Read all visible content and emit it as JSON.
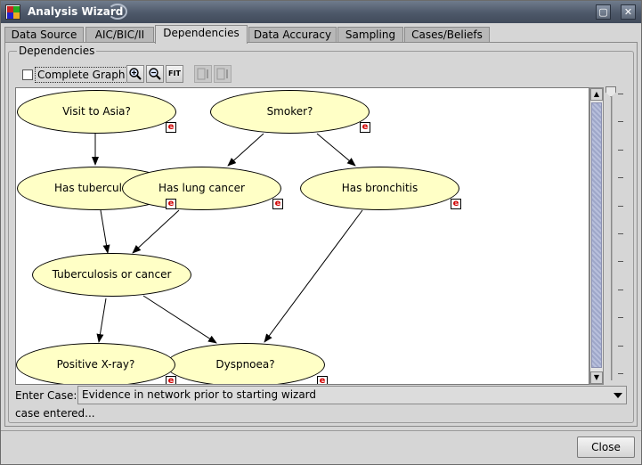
{
  "window": {
    "title": "Analysis Wizard"
  },
  "tabs": [
    {
      "label": "Data Source"
    },
    {
      "label": "AIC/BIC/II"
    },
    {
      "label": "Dependencies",
      "active": true
    },
    {
      "label": "Data Accuracy"
    },
    {
      "label": "Sampling"
    },
    {
      "label": "Cases/Beliefs"
    }
  ],
  "dependencies": {
    "group_label": "Dependencies",
    "complete_graph_label": "Complete Graph",
    "complete_graph_checked": false,
    "toolbar": {
      "zoom_in_icon": "zoom-in-icon",
      "zoom_out_icon": "zoom-out-icon",
      "fit_label": "FIT"
    }
  },
  "network": {
    "evidence_badge": "e",
    "nodes": [
      {
        "id": "visit_asia",
        "label": "Visit to Asia?"
      },
      {
        "id": "smoker",
        "label": "Smoker?"
      },
      {
        "id": "tuberculosis",
        "label": "Has tuberculosis"
      },
      {
        "id": "lung_cancer",
        "label": "Has lung cancer"
      },
      {
        "id": "bronchitis",
        "label": "Has bronchitis"
      },
      {
        "id": "tb_or_cancer",
        "label": "Tuberculosis or cancer"
      },
      {
        "id": "xray",
        "label": "Positive X-ray?"
      },
      {
        "id": "dyspnoea",
        "label": "Dyspnoea?"
      }
    ],
    "edges": [
      [
        "visit_asia",
        "tuberculosis"
      ],
      [
        "smoker",
        "lung_cancer"
      ],
      [
        "smoker",
        "bronchitis"
      ],
      [
        "tuberculosis",
        "tb_or_cancer"
      ],
      [
        "lung_cancer",
        "tb_or_cancer"
      ],
      [
        "tb_or_cancer",
        "xray"
      ],
      [
        "tb_or_cancer",
        "dyspnoea"
      ],
      [
        "bronchitis",
        "dyspnoea"
      ]
    ]
  },
  "enter_case": {
    "label": "Enter Case:",
    "value": "Evidence in network prior to starting wizard"
  },
  "status_text": "case entered...",
  "buttons": {
    "close_label": "Close"
  },
  "colors": {
    "node_fill": "#ffffc6",
    "title_bar": "#4d5869",
    "evidence_red": "#d00000"
  }
}
